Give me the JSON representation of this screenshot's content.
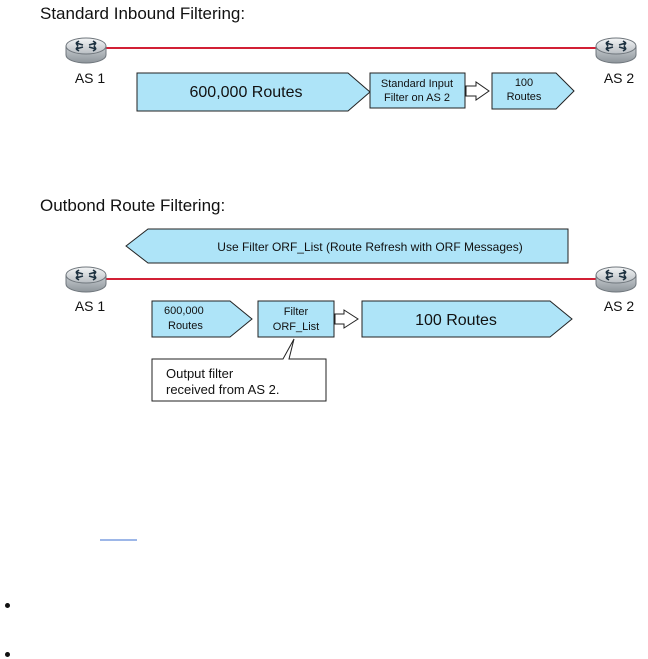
{
  "section1": {
    "title": "Standard Inbound Filtering:",
    "left_router": "AS 1",
    "right_router": "AS 2",
    "arrow_routes": "600,000 Routes",
    "filter_line1": "Standard Input",
    "filter_line2": "Filter on AS 2",
    "result_line1": "100",
    "result_line2": "Routes"
  },
  "section2": {
    "title": "Outbond Route Filtering:",
    "refresh_message": "Use Filter ORF_List (Route Refresh with ORF Messages)",
    "left_router": "AS 1",
    "right_router": "AS 2",
    "routes_line1": "600,000",
    "routes_line2": "Routes",
    "filter_line1": "Filter",
    "filter_line2": "ORF_List",
    "result": "100 Routes",
    "callout_line1": "Output filter",
    "callout_line2": "received from AS 2."
  },
  "colors": {
    "box_fill": "#aee4f8",
    "link_line": "#d22035",
    "router_body": "#dfe3e6"
  }
}
